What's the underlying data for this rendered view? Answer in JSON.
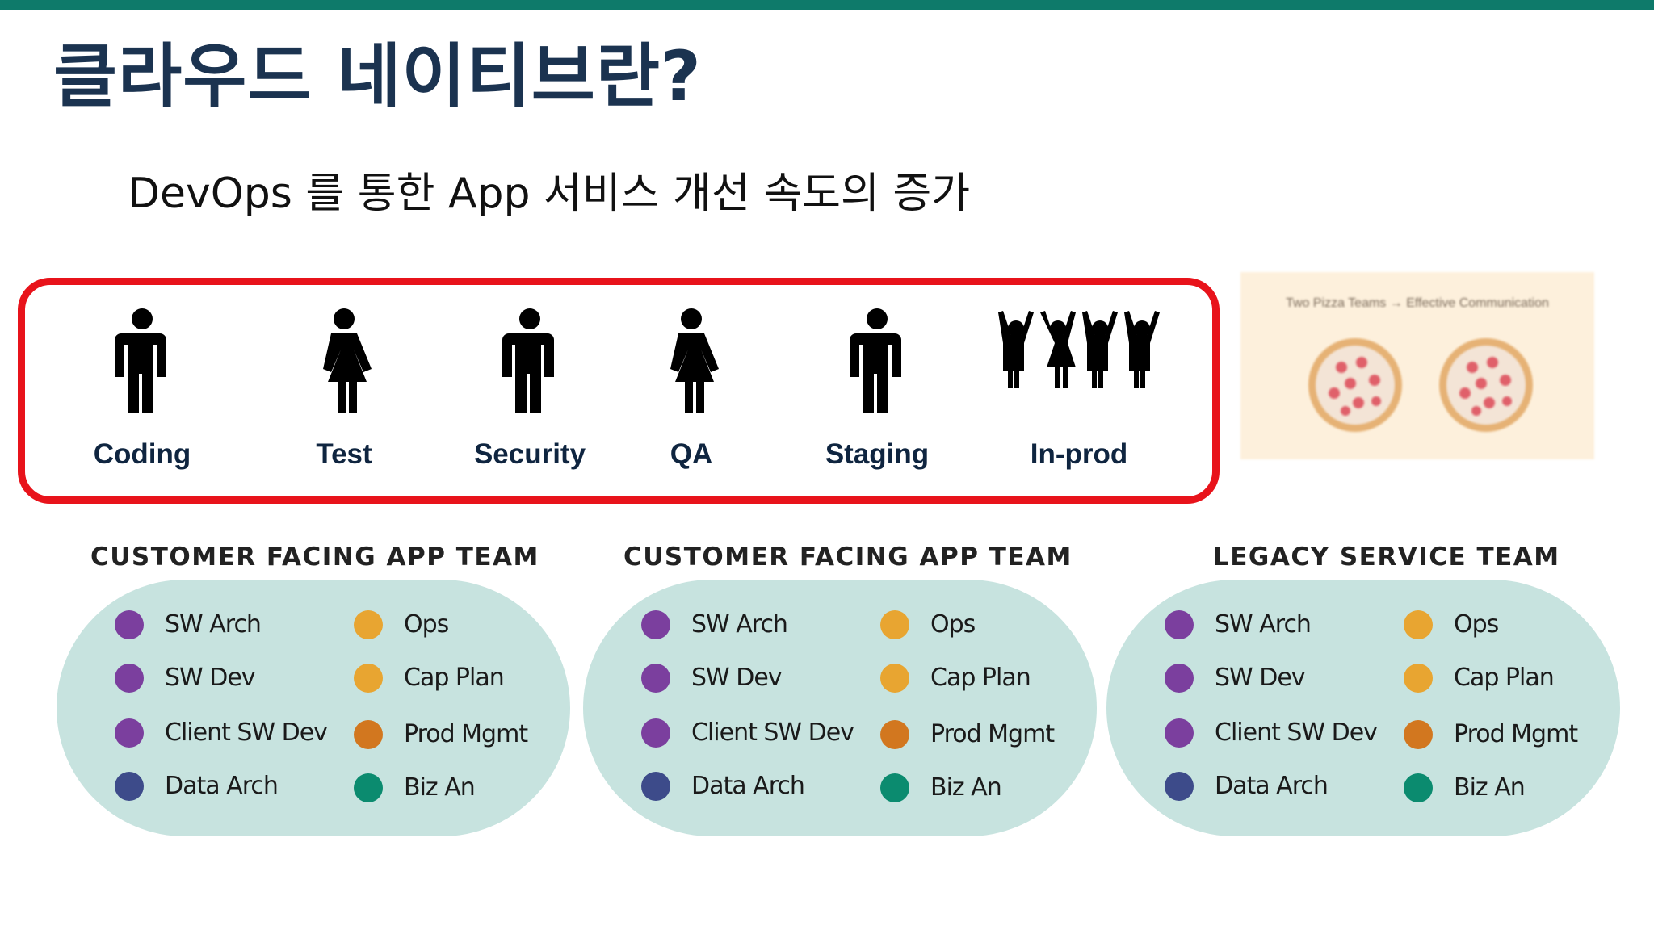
{
  "slide": {
    "title": "클라우드 네이티브란?",
    "subtitle": "DevOps 를 통한 App 서비스 개선 속도의 증가"
  },
  "pipeline": {
    "border_color": "#e8131b",
    "stages": [
      {
        "label": "Coding",
        "figure": "man-icon"
      },
      {
        "label": "Test",
        "figure": "woman-icon"
      },
      {
        "label": "Security",
        "figure": "man-icon"
      },
      {
        "label": "QA",
        "figure": "woman-icon"
      },
      {
        "label": "Staging",
        "figure": "man-icon"
      },
      {
        "label": "In-prod",
        "figure": "group-icon"
      }
    ]
  },
  "pizza_image": {
    "caption": "Two Pizza Teams → Effective Communication",
    "icons": [
      "pizza-icon",
      "pizza-icon"
    ]
  },
  "teams": [
    {
      "title": "CUSTOMER FACING APP TEAM",
      "left_column": [
        {
          "label": "SW Arch",
          "color": "#7b3f9e"
        },
        {
          "label": "SW Dev",
          "color": "#7b3f9e"
        },
        {
          "label": "Client SW Dev",
          "color": "#7b3f9e"
        },
        {
          "label": "Data Arch",
          "color": "#3d4b8a"
        }
      ],
      "right_column": [
        {
          "label": "Ops",
          "color": "#e8a531"
        },
        {
          "label": "Cap Plan",
          "color": "#e8a531"
        },
        {
          "label": "Prod Mgmt",
          "color": "#d2771f"
        },
        {
          "label": "Biz An",
          "color": "#0b8b6f"
        }
      ]
    },
    {
      "title": "CUSTOMER FACING APP TEAM",
      "left_column": [
        {
          "label": "SW Arch",
          "color": "#7b3f9e"
        },
        {
          "label": "SW Dev",
          "color": "#7b3f9e"
        },
        {
          "label": "Client SW Dev",
          "color": "#7b3f9e"
        },
        {
          "label": "Data Arch",
          "color": "#3d4b8a"
        }
      ],
      "right_column": [
        {
          "label": "Ops",
          "color": "#e8a531"
        },
        {
          "label": "Cap Plan",
          "color": "#e8a531"
        },
        {
          "label": "Prod Mgmt",
          "color": "#d2771f"
        },
        {
          "label": "Biz An",
          "color": "#0b8b6f"
        }
      ]
    },
    {
      "title": "LEGACY SERVICE TEAM",
      "left_column": [
        {
          "label": "SW Arch",
          "color": "#7b3f9e"
        },
        {
          "label": "SW Dev",
          "color": "#7b3f9e"
        },
        {
          "label": "Client SW Dev",
          "color": "#7b3f9e"
        },
        {
          "label": "Data Arch",
          "color": "#3d4b8a"
        }
      ],
      "right_column": [
        {
          "label": "Ops",
          "color": "#e8a531"
        },
        {
          "label": "Cap Plan",
          "color": "#e8a531"
        },
        {
          "label": "Prod Mgmt",
          "color": "#d2771f"
        },
        {
          "label": "Biz An",
          "color": "#0b8b6f"
        }
      ]
    }
  ]
}
